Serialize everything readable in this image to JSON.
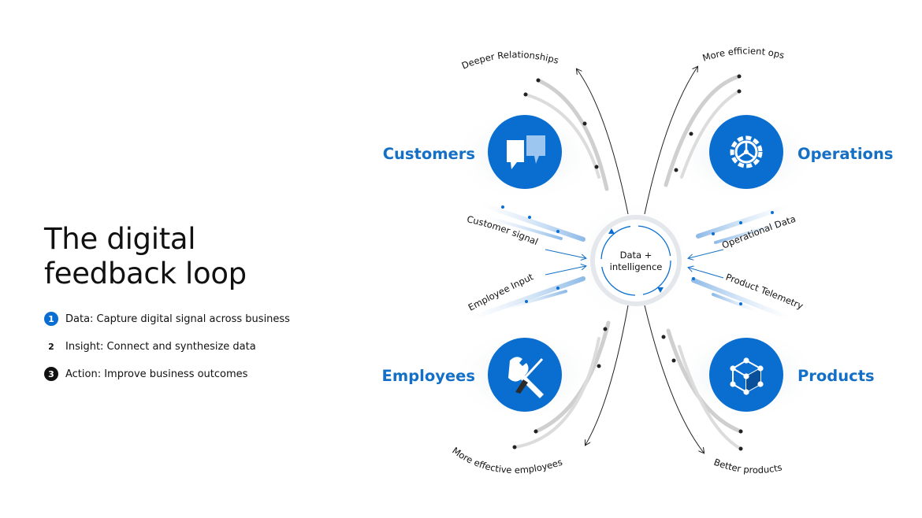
{
  "title": {
    "line1": "The digital",
    "line2": "feedback loop"
  },
  "steps": [
    {
      "badge": "1",
      "text": "Data: Capture digital signal across business"
    },
    {
      "badge": "2",
      "text": "Insight: Connect and synthesize data"
    },
    {
      "badge": "3",
      "text": "Action: Improve business outcomes"
    }
  ],
  "hub": {
    "line1": "Data +",
    "line2": "intelligence"
  },
  "quadrants": {
    "customers": "Customers",
    "operations": "Operations",
    "employees": "Employees",
    "products": "Products"
  },
  "inputs": {
    "customer_signal": "Customer signal",
    "employee_input": "Employee Input",
    "operational_data": "Operational Data",
    "product_telemetry": "Product Telemetry"
  },
  "outcomes": {
    "deeper_relationships": "Deeper Relationships",
    "more_efficient_ops": "More efficient ops",
    "more_effective_employees": "More effective employees",
    "better_products": "Better products"
  },
  "colors": {
    "accent": "#0a6ed1",
    "text": "#111111",
    "label_blue": "#1470c6"
  },
  "icons": {
    "customers": "chat-bubbles-icon",
    "operations": "gear-icon",
    "employees": "tools-icon",
    "products": "cube-icon"
  }
}
